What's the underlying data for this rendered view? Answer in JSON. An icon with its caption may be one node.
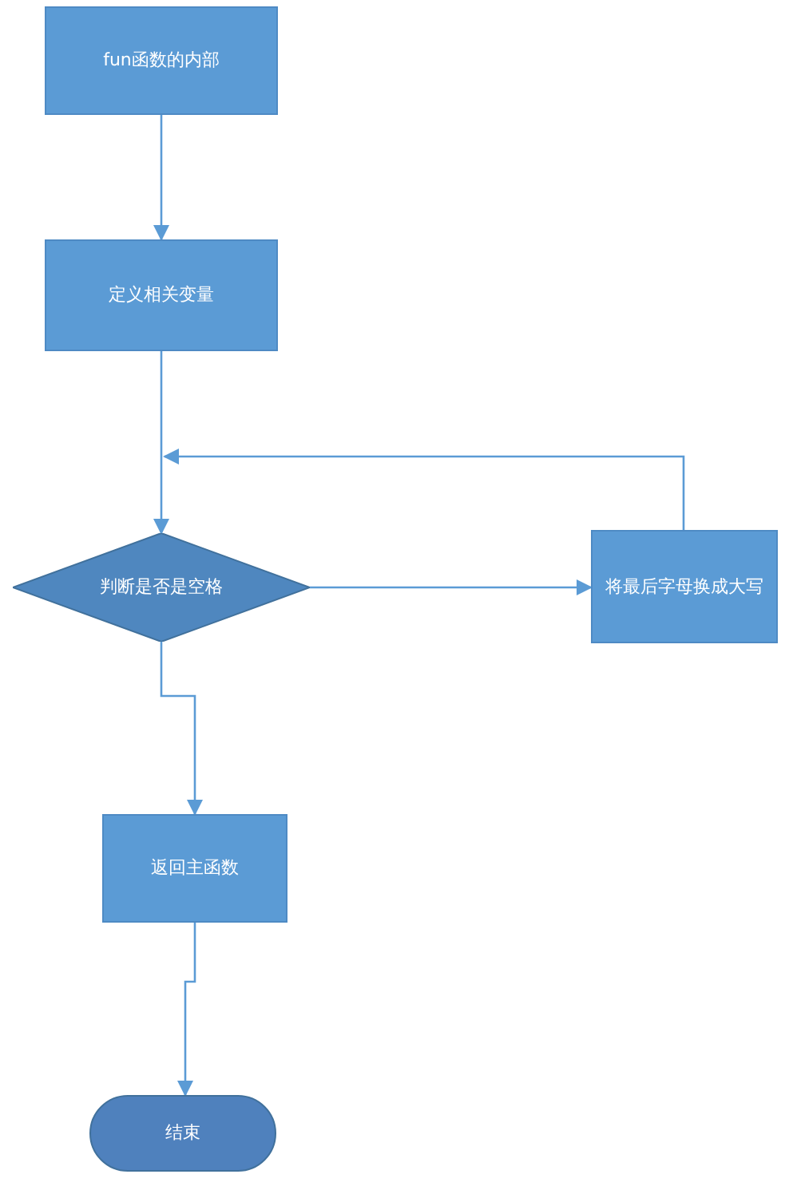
{
  "diagram": {
    "nodes": [
      {
        "text": [
          "fun函数的内部"
        ]
      },
      {
        "text": [
          "定义相关变量"
        ]
      },
      {
        "text": [
          "判断是否是空格"
        ]
      },
      {
        "text": [
          "将最后字母换成大写"
        ]
      },
      {
        "text": [
          "返回主函数"
        ]
      },
      {
        "text": [
          "结束"
        ]
      }
    ],
    "edges": [
      {
        "from": 0,
        "to": 1,
        "arrow": "to"
      },
      {
        "from": 1,
        "to": 2,
        "arrow": "to"
      },
      {
        "from": 2,
        "to": 3,
        "arrow": "to"
      },
      {
        "from": 3,
        "to": 2,
        "arrow": "to"
      },
      {
        "from": 2,
        "to": 4,
        "arrow": "to"
      },
      {
        "from": 4,
        "to": 5,
        "arrow": "to"
      }
    ]
  }
}
